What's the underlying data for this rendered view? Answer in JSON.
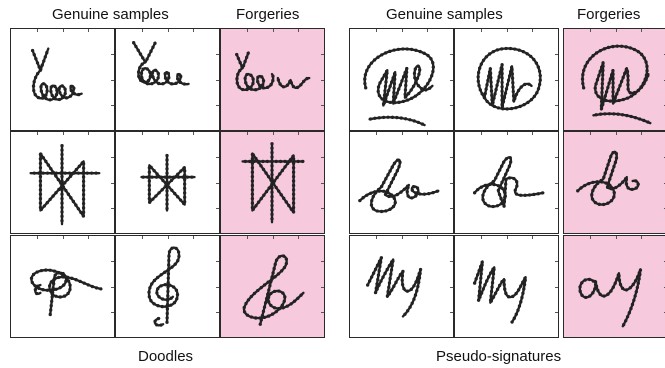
{
  "panels": [
    {
      "genuine_label": "Genuine samples",
      "forgery_label": "Forgeries",
      "caption": "Doodles",
      "rows": [
        [
          "loop-scribble",
          "loop-scribble",
          "loop-scribble"
        ],
        [
          "bowtie",
          "bowtie",
          "bowtie"
        ],
        [
          "treble-clef",
          "treble-clef",
          "treble-clef"
        ]
      ]
    },
    {
      "genuine_label": "Genuine samples",
      "forgery_label": "Forgeries",
      "caption": "Pseudo-signatures",
      "rows": [
        [
          "oval-signature",
          "oval-signature",
          "oval-signature"
        ],
        [
          "loop-signature",
          "loop-signature",
          "loop-signature"
        ],
        [
          "cursive-signature",
          "cursive-signature",
          "cursive-signature"
        ]
      ]
    }
  ],
  "colors": {
    "forgery_background": "#f6c9dd",
    "genuine_background": "#ffffff",
    "ink": "#222222"
  }
}
